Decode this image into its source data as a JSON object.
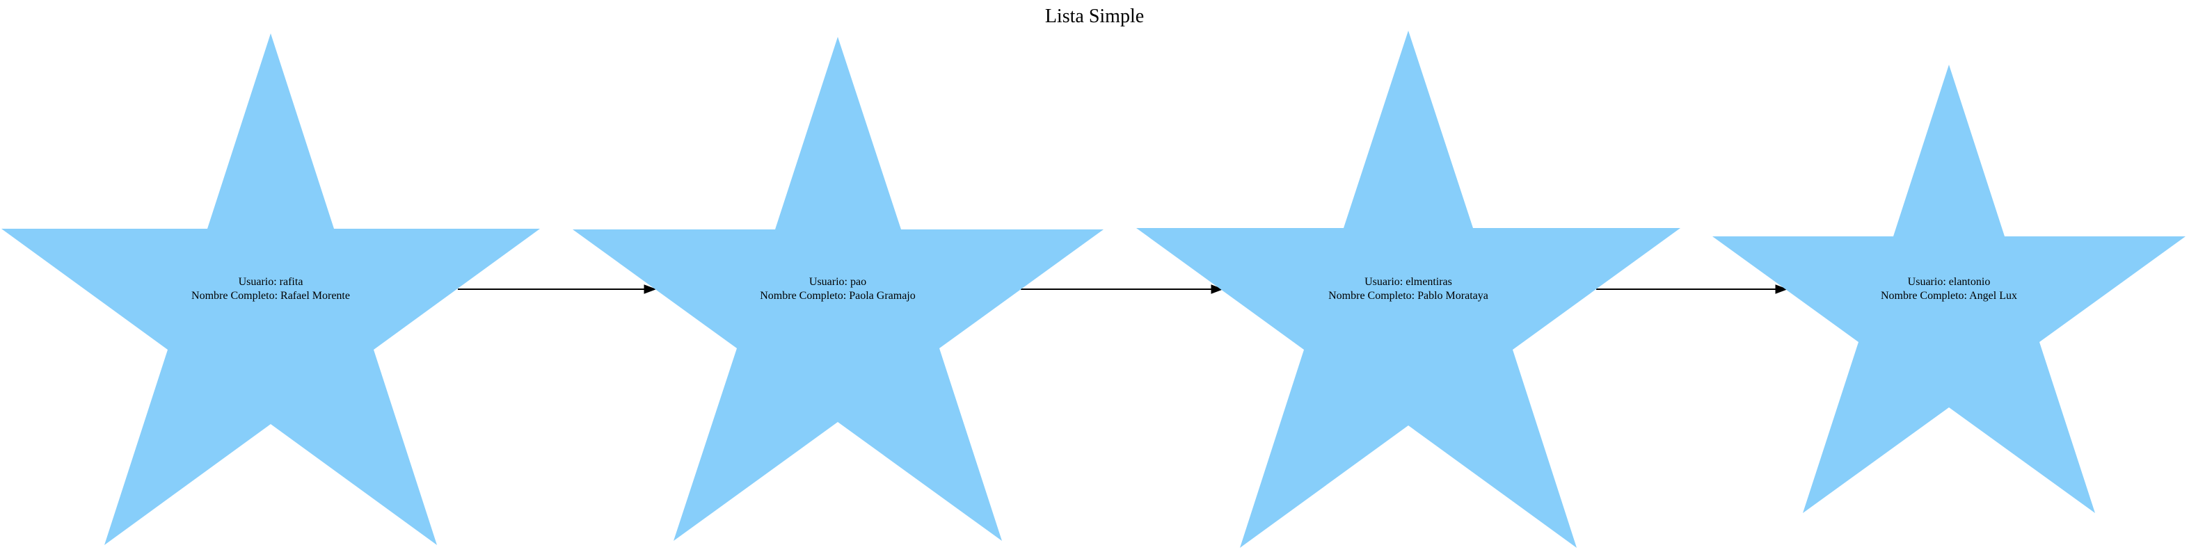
{
  "title": "Lista Simple",
  "colors": {
    "node_fill": "#87cefa",
    "edge": "#000000",
    "text": "#000000"
  },
  "node_shape": "star",
  "nodes": [
    {
      "user_line": "Usuario: rafita",
      "name_line": "Nombre Completo: Rafael Morente"
    },
    {
      "user_line": "Usuario: pao",
      "name_line": "Nombre Completo: Paola Gramajo"
    },
    {
      "user_line": "Usuario: elmentiras",
      "name_line": "Nombre Completo: Pablo Morataya"
    },
    {
      "user_line": "Usuario: elantonio",
      "name_line": "Nombre Completo: Angel Lux"
    }
  ],
  "edges": [
    {
      "from": 0,
      "to": 1
    },
    {
      "from": 1,
      "to": 2
    },
    {
      "from": 2,
      "to": 3
    }
  ]
}
